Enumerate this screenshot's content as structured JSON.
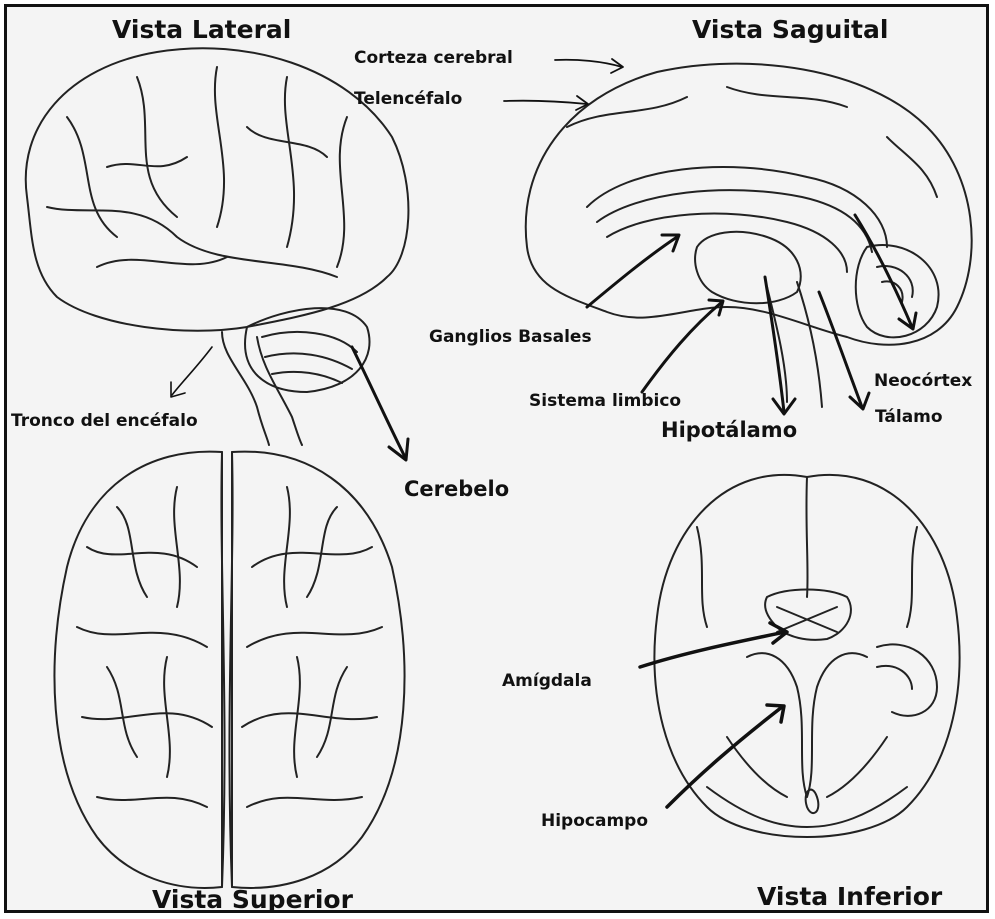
{
  "titles": {
    "lateral": "Vista Lateral",
    "sagittal": "Vista Saguital",
    "superior": "Vista Superior",
    "inferior": "Vista Inferior"
  },
  "labels": {
    "corteza": "Corteza cerebral",
    "telencefalo": "Telencéfalo",
    "ganglios": "Ganglios Basales",
    "limbico": "Sistema limbico",
    "hipotalamo": "Hipotálamo",
    "neocortex": "Neocórtex",
    "talamo": "Tálamo",
    "tronco": "Tronco del encéfalo",
    "cerebelo": "Cerebelo",
    "amigdala": "Amígdala",
    "hipocampo": "Hipocampo"
  },
  "colors": {
    "ink": "#111111",
    "paper": "#f4f4f4",
    "frame": "#111111"
  }
}
